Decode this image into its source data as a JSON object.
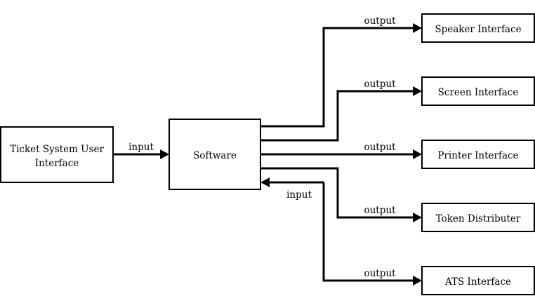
{
  "nodes": {
    "ticket_ui": {
      "lines": [
        "Ticket System User",
        "Interface"
      ]
    },
    "software": {
      "label": "Software"
    },
    "speaker": {
      "label": "Speaker Interface"
    },
    "screen": {
      "label": "Screen Interface"
    },
    "printer": {
      "label": "Printer Interface"
    },
    "token": {
      "label": "Token Distributer"
    },
    "ats": {
      "label": "ATS Interface"
    }
  },
  "edges": {
    "ui_to_software": {
      "label": "input"
    },
    "ats_to_software": {
      "label": "input"
    },
    "to_speaker": {
      "label": "output"
    },
    "to_screen": {
      "label": "output"
    },
    "to_printer": {
      "label": "output"
    },
    "to_token": {
      "label": "output"
    },
    "to_ats": {
      "label": "output"
    }
  },
  "colors": {
    "stroke": "#000000",
    "background": "#ffffff"
  }
}
